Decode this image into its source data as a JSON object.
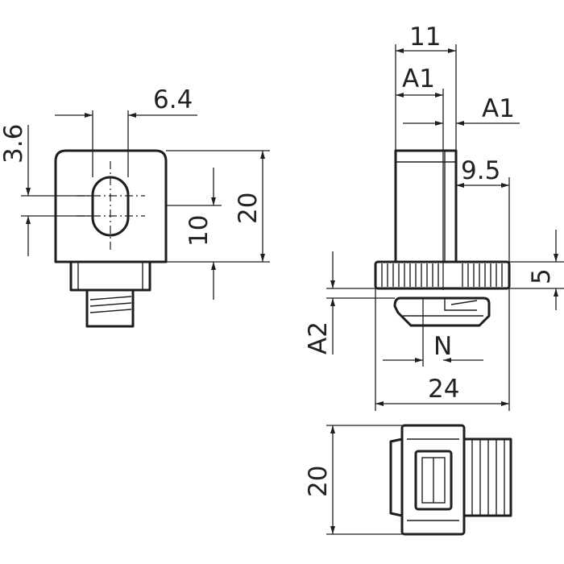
{
  "labels": {
    "d_6_4": "6.4",
    "d_3_6": "3.6",
    "d_20_left": "20",
    "d_10": "10",
    "d_11": "11",
    "d_A1_top": "A1",
    "d_A1_right": "A1",
    "d_9_5": "9.5",
    "d_5": "5",
    "d_A2": "A2",
    "d_N": "N",
    "d_24": "24",
    "d_20_bottom": "20"
  }
}
